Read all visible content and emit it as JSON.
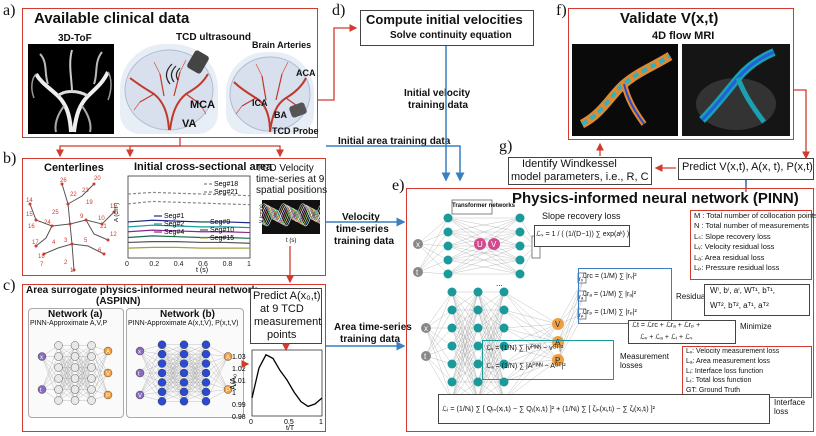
{
  "panel_labels": {
    "a": "a)",
    "b": "b)",
    "c": "c)",
    "d": "d)",
    "e": "e)",
    "f": "f)",
    "g": "g)"
  },
  "panel_a": {
    "title": "Available clinical data",
    "tof_label": "3D-ToF",
    "tcd_label": "TCD ultrasound",
    "brain_label": "Brain Arteries",
    "mca": "MCA",
    "va": "VA",
    "aca": "ACA",
    "ica": "ICA",
    "ba": "BA",
    "probe": "TCD Probe"
  },
  "panel_d": {
    "title": "Compute initial velocities",
    "subtitle": "Solve continuity equation",
    "arrow_label_1": "Initial velocity",
    "arrow_label_2": "training data"
  },
  "panel_f": {
    "title": "Validate V(x,t)",
    "subtitle": "4D flow MRI"
  },
  "panel_g": {
    "windkessel_1": "Identify Windkessel",
    "windkessel_2": "model parameters, i.e., R, C",
    "predict": "Predict V(x,t), A(x, t), P(x,t)"
  },
  "panel_b": {
    "centerlines": "Centerlines",
    "area_title": "Initial cross-sectional area",
    "velocity_title_1": "TCD Velocity",
    "velocity_title_2": "time-series at 9",
    "velocity_title_3": "spatial positions",
    "initial_area_label": "Initial area training data",
    "velocity_training_1": "Velocity",
    "velocity_training_2": "time-series",
    "velocity_training_3": "training data",
    "area_ylabel": "A (cm²)",
    "area_xlabel": "t (s)",
    "vel_ylabel": "V (cm/s)",
    "vel_xlabel": "t (s)",
    "legend": [
      "Seg#18",
      "Seg#21",
      "Seg#1",
      "Seg#2",
      "Seg#4",
      "Seg#9",
      "Seg#10",
      "Seg#15"
    ],
    "area_xticks": [
      "0",
      "0.2",
      "0.4",
      "0.6",
      "0.8",
      "1"
    ],
    "node_numbers": [
      "26",
      "22",
      "23",
      "14",
      "15",
      "16",
      "17",
      "18",
      "9",
      "10",
      "11",
      "12",
      "3",
      "4",
      "5",
      "6",
      "7",
      "1",
      "2",
      "19",
      "20",
      "21",
      "24",
      "25"
    ]
  },
  "panel_c": {
    "title_1": "Area surrogate physics-informed neural network",
    "title_2": "(ASPINN)",
    "net_a": "Network (a)",
    "net_a_sub": "PINN-Approximate A,V,P",
    "net_b": "Network (b)",
    "net_b_sub": "PINN-Approximate A(x,t,V), P(x,t,V)",
    "predict_1": "Predict A(x₀,t)",
    "predict_2": "at 9 TCD",
    "predict_3": "measurement",
    "predict_4": "points",
    "area_ts_1": "Area time-series",
    "area_ts_2": "training data",
    "ylabel": "A/A₀",
    "xlabel": "t/T",
    "yticks": [
      "1.03",
      "1.02",
      "1.01",
      "1",
      "0.99",
      "0.98"
    ],
    "xticks": [
      "0",
      "0.5",
      "1"
    ],
    "in_a": [
      "x",
      "t"
    ],
    "out_a": [
      "A",
      "V",
      "P"
    ],
    "in_b": [
      "x",
      "t",
      "V"
    ],
    "out_b": [
      "A",
      "P"
    ],
    "dots": "..."
  },
  "panel_e": {
    "title": "Physics-informed neural network (PINN)",
    "transformer": "Transformer networks",
    "slope_loss": "Slope recovery loss",
    "residual_losses": "Residual losses",
    "measurement_losses": "Measurement losses",
    "interface_loss": "Interface loss",
    "minimize": "Minimize",
    "inputs": [
      "x",
      "t"
    ],
    "u": "U",
    "v_node": "V",
    "outputs": [
      "V",
      "A",
      "P"
    ],
    "residuals": [
      "rᵥ",
      "rₐ",
      "rₚ"
    ],
    "eq_slope": "ℒₛ = 1 / ( (1/(D−1)) ∑ exp(aᵏ) )",
    "eq_rc": "ℒrc = (1/M) ∑ |rᵥ|²",
    "eq_ra": "ℒrₐ = (1/M) ∑ |rₐ|²",
    "eq_rp": "ℒrₚ = (1/M) ∑ |rₚ|²",
    "eq_v": "ℒᵥ = (1/N) ∑ |vᴾᴵᴺᴺ − vᴳᵀ|²",
    "eq_a": "ℒₐ = (1/N) ∑ |Aᴾᴵᴺᴺ − Aᴳᵀ|²",
    "eq_total_1": "ℒt = ℒrc + ℒrₐ + ℒrₚ +",
    "eq_total_2": "ℒᵥ + ℒₐ + ℒᵢ + ℒₛ",
    "params_1": "Wⁱ, bⁱ, aⁱ, Wᵀ¹, bᵀ¹,",
    "params_2": "Wᵀ², bᵀ², aᵀ¹, aᵀ²",
    "eq_interface": "ℒᵢ = (1/Nᵢ) ∑ [ Qᵢₙ(xᵢ,tᵢ) − ∑ Qⱼ(xᵢ,tᵢ) ]² + (1/Nᵢ) ∑ [ ζᵢₙ(xᵢ,tᵢ) − ∑ ζⱼ(xᵢ,tᵢ) ]²",
    "legend_top": [
      "M : Total number of collocation points",
      "N : Total number of measurements",
      "Lₛ: Slope recovery loss",
      "Lᵥ: Velocity residual loss",
      "Lₐ: Area residual loss",
      "Lₚ: Pressure residual loss"
    ],
    "legend_bottom": [
      "Lᵥ: Velocity measurement loss",
      "Lₐ: Area measurement loss",
      "Lᵢ: Interface loss function",
      "Lₜ: Total loss function",
      "GT: Ground Truth"
    ]
  },
  "colors": {
    "red": "#d23a2e",
    "blue": "#3a7fc1",
    "teal": "#1a9a9a",
    "navy": "#1f2a8a",
    "pink": "#d24a8e",
    "orange": "#f0a040",
    "gray": "#888888"
  },
  "chart_data": [
    {
      "type": "line",
      "title": "Initial cross-sectional area",
      "xlabel": "t (s)",
      "ylabel": "A (cm²)",
      "x": [
        0,
        0.2,
        0.4,
        0.6,
        0.8,
        1
      ],
      "xlim": [
        0,
        1
      ],
      "series": [
        {
          "name": "Seg#18",
          "values": [
            0.78,
            0.8,
            0.79,
            0.78,
            0.77,
            0.76
          ]
        },
        {
          "name": "Seg#21",
          "values": [
            0.66,
            0.69,
            0.68,
            0.67,
            0.66,
            0.65
          ]
        },
        {
          "name": "Seg#1",
          "values": [
            0.44,
            0.46,
            0.45,
            0.44,
            0.44,
            0.43
          ]
        },
        {
          "name": "Seg#2",
          "values": [
            0.38,
            0.4,
            0.39,
            0.38,
            0.38,
            0.37
          ]
        },
        {
          "name": "Seg#4",
          "values": [
            0.32,
            0.34,
            0.33,
            0.32,
            0.32,
            0.31
          ]
        },
        {
          "name": "Seg#9",
          "values": [
            0.25,
            0.27,
            0.26,
            0.25,
            0.25,
            0.24
          ]
        },
        {
          "name": "Seg#10",
          "values": [
            0.19,
            0.2,
            0.2,
            0.19,
            0.19,
            0.18
          ]
        },
        {
          "name": "Seg#15",
          "values": [
            0.12,
            0.13,
            0.13,
            0.12,
            0.12,
            0.12
          ]
        }
      ]
    },
    {
      "type": "line",
      "title": "",
      "xlabel": "t/T",
      "ylabel": "A/A₀",
      "x": [
        0,
        0.1,
        0.2,
        0.3,
        0.4,
        0.5,
        0.6,
        0.7,
        0.8,
        0.9,
        1
      ],
      "ylim": [
        0.98,
        1.035
      ],
      "series": [
        {
          "values": [
            0.995,
            1.02,
            1.031,
            1.028,
            1.018,
            1.01,
            1.0,
            0.992,
            0.988,
            0.99,
            0.995
          ]
        }
      ]
    }
  ]
}
